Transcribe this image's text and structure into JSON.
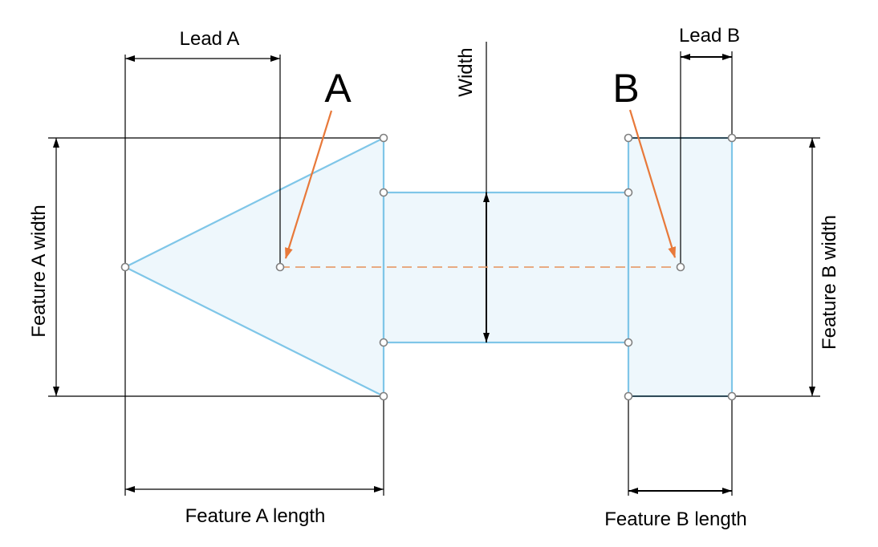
{
  "labels": {
    "lead_a": "Lead A",
    "lead_b": "Lead B",
    "width": "Width",
    "feature_a_width": "Feature A width",
    "feature_b_width": "Feature B width",
    "feature_a_length": "Feature A length",
    "feature_b_length": "Feature B length",
    "point_a": "A",
    "point_b": "B"
  },
  "colors": {
    "shape_fill": "#eef7fc",
    "shape_stroke": "#7fc6e8",
    "leader": "#e8793a",
    "dimension": "#000000"
  }
}
